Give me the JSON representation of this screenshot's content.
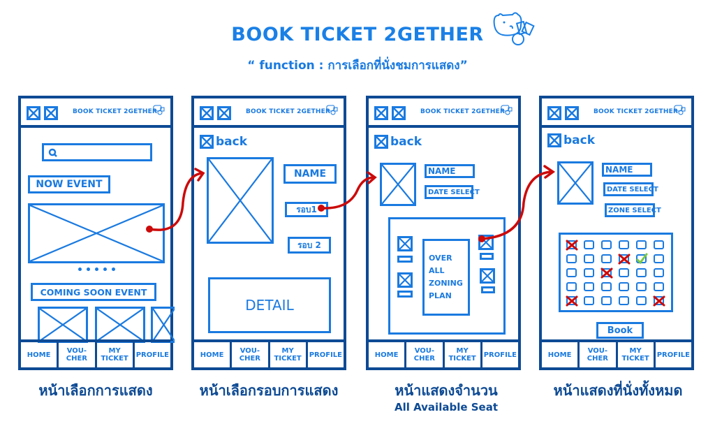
{
  "header": {
    "title": "BOOK TICKET 2GETHER",
    "subtitle": "“ function : การเลือกที่นั่งชมการแสดง”"
  },
  "colors": {
    "primary": "#1a7ae0",
    "frame": "#0d4a94",
    "arrow": "#cc0a0a",
    "selected": "#7ac943"
  },
  "app": {
    "name": "BOOK TICKET 2GETHER",
    "tabs": [
      "HOME",
      "VOU-\nCHER",
      "MY\nTICKET",
      "PROFILE"
    ],
    "back_label": "back"
  },
  "screens": [
    {
      "id": "select-event",
      "caption": "หน้าเลือกการแสดง",
      "search_icon": "search-icon",
      "now_event_label": "NOW EVENT",
      "carousel_dots": 5,
      "coming_soon_label": "COMING SOON EVENT"
    },
    {
      "id": "select-round",
      "caption": "หน้าเลือกรอบการแสดง",
      "name_label": "NAME",
      "round1_label": "รอบ1",
      "round2_label": "รอบ 2",
      "detail_label": "DETAIL"
    },
    {
      "id": "zone-plan",
      "caption": "หน้าแสดงจำนวน",
      "caption_sub": "All Available Seat",
      "name_label": "NAME",
      "date_label": "DATE SELECT",
      "plan_label": "OVER\nALL\nZONING\nPLAN"
    },
    {
      "id": "seat-select",
      "caption": "หน้าแสดงที่นั่งทั้งหมด",
      "name_label": "NAME",
      "date_label": "DATE SELECT",
      "zone_label": "ZONE SELECT",
      "book_label": "Book",
      "seat_rows": 5,
      "seat_cols": 6,
      "seats_taken": [
        [
          1,
          1
        ],
        [
          2,
          4
        ],
        [
          3,
          3
        ],
        [
          5,
          1
        ],
        [
          5,
          6
        ]
      ],
      "seats_selected": [
        [
          2,
          5
        ]
      ]
    }
  ]
}
